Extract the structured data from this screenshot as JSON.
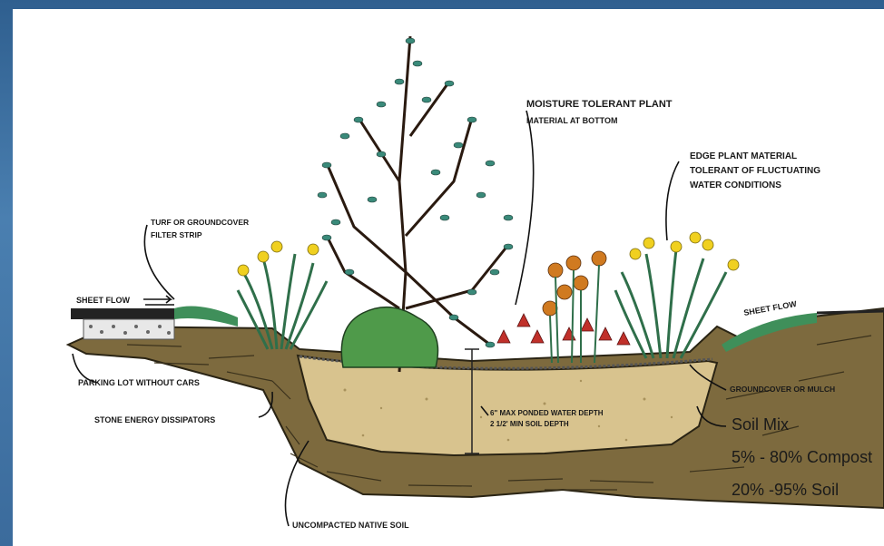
{
  "labels": {
    "moisture_tolerant_1": "MOISTURE TOLERANT PLANT",
    "moisture_tolerant_2": "MATERIAL AT BOTTOM",
    "edge_plant_1": "EDGE PLANT MATERIAL",
    "edge_plant_2": "TOLERANT OF FLUCTUATING",
    "edge_plant_3": "WATER CONDITIONS",
    "turf_1": "TURF OR GROUNDCOVER",
    "turf_2": "FILTER STRIP",
    "sheet_flow_left": "SHEET FLOW",
    "sheet_flow_right": "SHEET FLOW",
    "parking_lot": "PARKING LOT WITHOUT CARS",
    "stone_energy": "STONE ENERGY DISSIPATORS",
    "groundcover_mulch": "GROUNDCOVER OR MULCH",
    "ponded_depth_1": "6\" MAX PONDED WATER DEPTH",
    "ponded_depth_2": "2 1/2' MIN SOIL DEPTH",
    "uncompacted_soil": "UNCOMPACTED NATIVE SOIL"
  },
  "soil_mix": {
    "title": "Soil Mix",
    "line1": "5% - 80%  Compost",
    "line2": "20% -95% Soil"
  },
  "colors": {
    "native_soil": "#7d6a3e",
    "soil_mix": "#d8c38e",
    "leaf": "#3a8a7a",
    "grass": "#3f8f5a",
    "flower_yellow": "#f0d020",
    "flower_red": "#c0302a",
    "flower_orange": "#d07a20"
  }
}
